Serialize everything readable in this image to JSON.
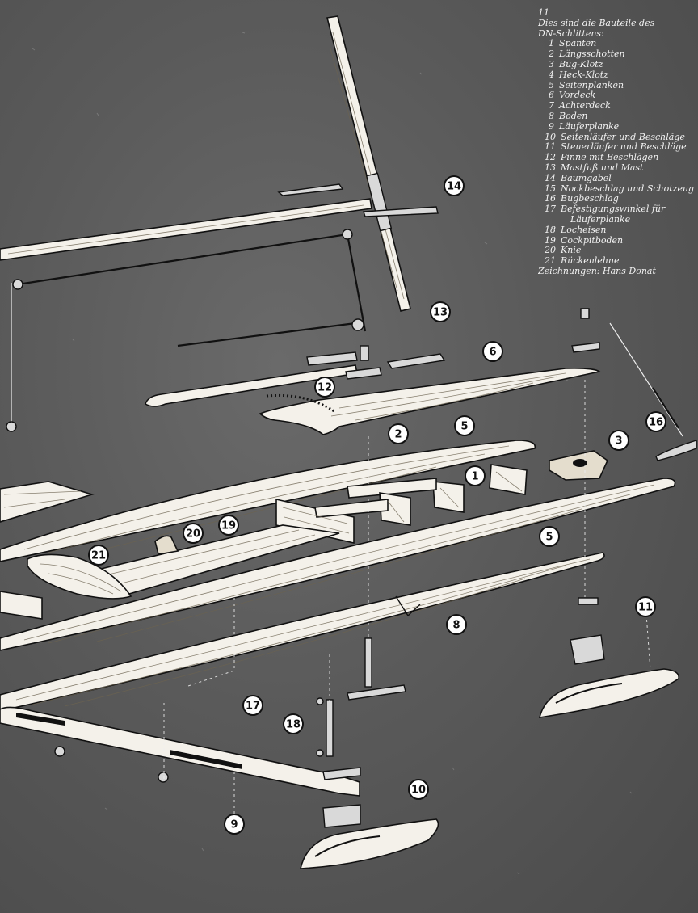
{
  "legend": {
    "page_number": "11",
    "intro_line1": "Dies sind die Bauteile des",
    "intro_line2": "DN-Schlittens:",
    "items": [
      {
        "num": "1",
        "label": "Spanten"
      },
      {
        "num": "2",
        "label": "Längsschotten"
      },
      {
        "num": "3",
        "label": "Bug-Klotz"
      },
      {
        "num": "4",
        "label": "Heck-Klotz"
      },
      {
        "num": "5",
        "label": "Seitenplanken"
      },
      {
        "num": "6",
        "label": "Vordeck"
      },
      {
        "num": "7",
        "label": "Achterdeck"
      },
      {
        "num": "8",
        "label": "Boden"
      },
      {
        "num": "9",
        "label": "Läuferplanke"
      },
      {
        "num": "10",
        "label": "Seitenläufer und Beschläge"
      },
      {
        "num": "11",
        "label": "Steuerläufer und Beschläge"
      },
      {
        "num": "12",
        "label": "Pinne mit Beschlägen"
      },
      {
        "num": "13",
        "label": "Mastfuß und Mast"
      },
      {
        "num": "14",
        "label": "Baumgabel"
      },
      {
        "num": "15",
        "label": "Nockbeschlag und Schotzeug"
      },
      {
        "num": "16",
        "label": "Bugbeschlag"
      },
      {
        "num": "17",
        "label": "Befestigungswinkel für",
        "label_cont": "Läuferplanke"
      },
      {
        "num": "18",
        "label": "Locheisen"
      },
      {
        "num": "19",
        "label": "Cockpitboden"
      },
      {
        "num": "20",
        "label": "Knie"
      },
      {
        "num": "21",
        "label": "Rückenlehne"
      }
    ],
    "credit": "Zeichnungen: Hans Donat"
  },
  "callouts": [
    {
      "label": "1"
    },
    {
      "label": "2"
    },
    {
      "label": "3"
    },
    {
      "label": "5"
    },
    {
      "label": "5"
    },
    {
      "label": "6"
    },
    {
      "label": "8"
    },
    {
      "label": "9"
    },
    {
      "label": "10"
    },
    {
      "label": "11"
    },
    {
      "label": "12"
    },
    {
      "label": "13"
    },
    {
      "label": "14"
    },
    {
      "label": "16"
    },
    {
      "label": "17"
    },
    {
      "label": "18"
    },
    {
      "label": "19"
    },
    {
      "label": "20"
    },
    {
      "label": "21"
    }
  ],
  "colors": {
    "background": "#5a5a5a",
    "wood": "#f4f1ea",
    "ink": "#111111",
    "legend_text": "#f2f2f2"
  }
}
